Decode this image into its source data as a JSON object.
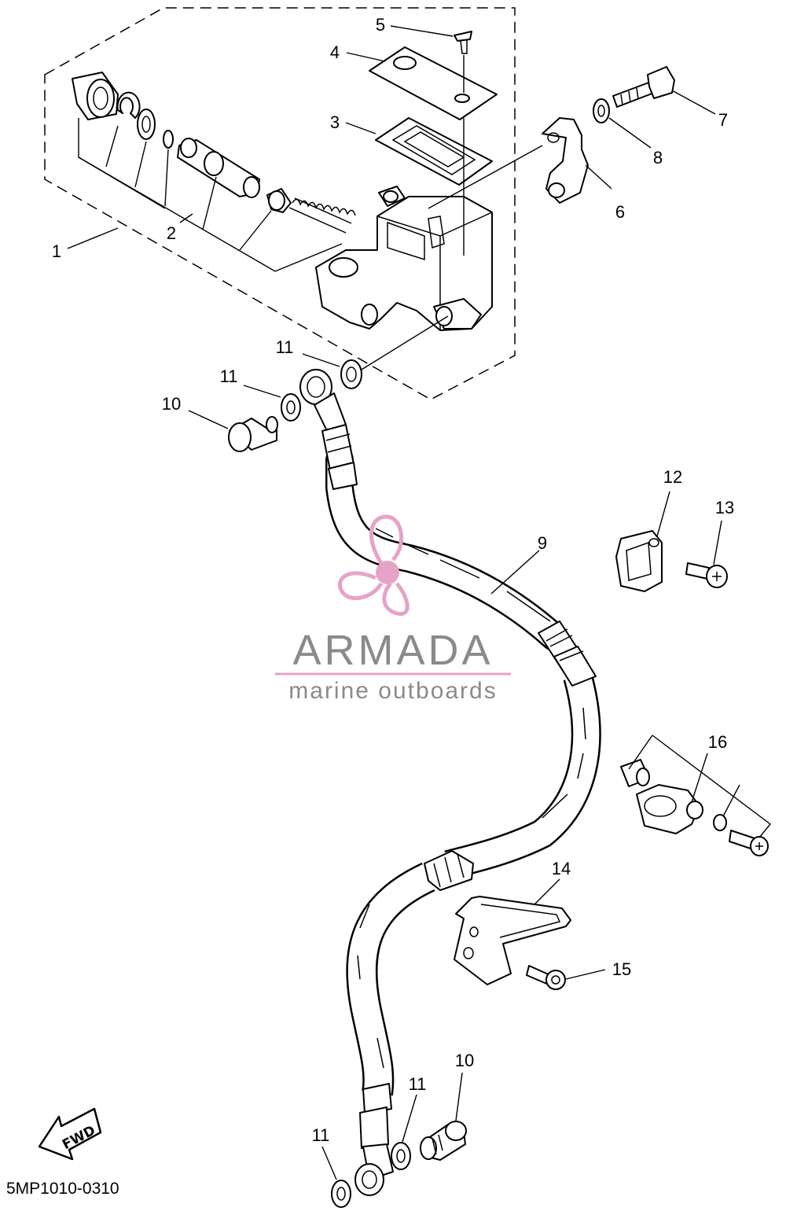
{
  "diagram_code": "5MP1010-0310",
  "fwd_label": "FWD",
  "watermark": {
    "title": "ARMADA",
    "subtitle": "marine outboards",
    "accent_color": "#e7a3c7",
    "text_color": "#8a8a8a"
  },
  "callouts": {
    "c1": "1",
    "c2": "2",
    "c3": "3",
    "c4": "4",
    "c5": "5",
    "c6": "6",
    "c7": "7",
    "c8": "8",
    "c9": "9",
    "c10a": "10",
    "c10b": "10",
    "c11a": "11",
    "c11b": "11",
    "c11c": "11",
    "c11d": "11",
    "c12": "12",
    "c13": "13",
    "c14": "14",
    "c15": "15",
    "c16": "16"
  }
}
